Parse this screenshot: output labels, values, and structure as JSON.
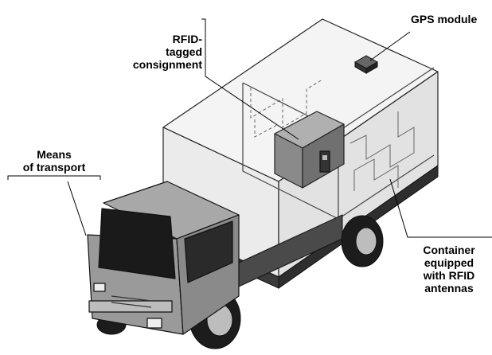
{
  "labels": {
    "rfid_consignment": "RFID-\ntagged\nconsignment",
    "gps_module": "GPS module",
    "means_of_transport": "Means\nof transport",
    "container_antennas": "Container\nequipped\nwith RFID\nantennas"
  },
  "colors": {
    "box_light": "#f2f2f2",
    "box_mid": "#e4e4e4",
    "cab_grey": "#9a9a9a",
    "chassis_dark": "#3a3a3a",
    "tire_black": "#1c1c1c",
    "windshield": "#1a1a1a",
    "consignment": "#8a8a8a"
  }
}
